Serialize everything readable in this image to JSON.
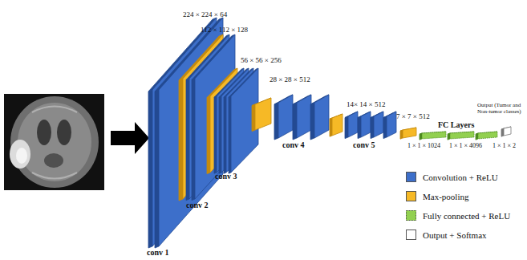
{
  "diagram": {
    "labels": [
      "224 × 224 × 64",
      "112 × 112 × 128",
      "56 × 56 × 256",
      "28 × 28 × 512",
      "14× 14 × 512",
      "7 × 7 × 512",
      "conv 1",
      "conv 2",
      "conv 3",
      "conv 4",
      "conv 5",
      "FC Layers",
      "1 × 1 × 1024",
      "1 × 1 × 4096",
      "Output (Tumor and Non-tumor classes)",
      "1 × 1 × 2"
    ],
    "legend": [
      {
        "text": "Convolution + ReLU",
        "color": "#3d6fca"
      },
      {
        "text": "Max-pooling",
        "color": "#f6b926"
      },
      {
        "text": "Fully connected + ReLU",
        "color": "#92d050"
      },
      {
        "text": "Output + Softmax",
        "color": "#ffffff"
      }
    ]
  }
}
